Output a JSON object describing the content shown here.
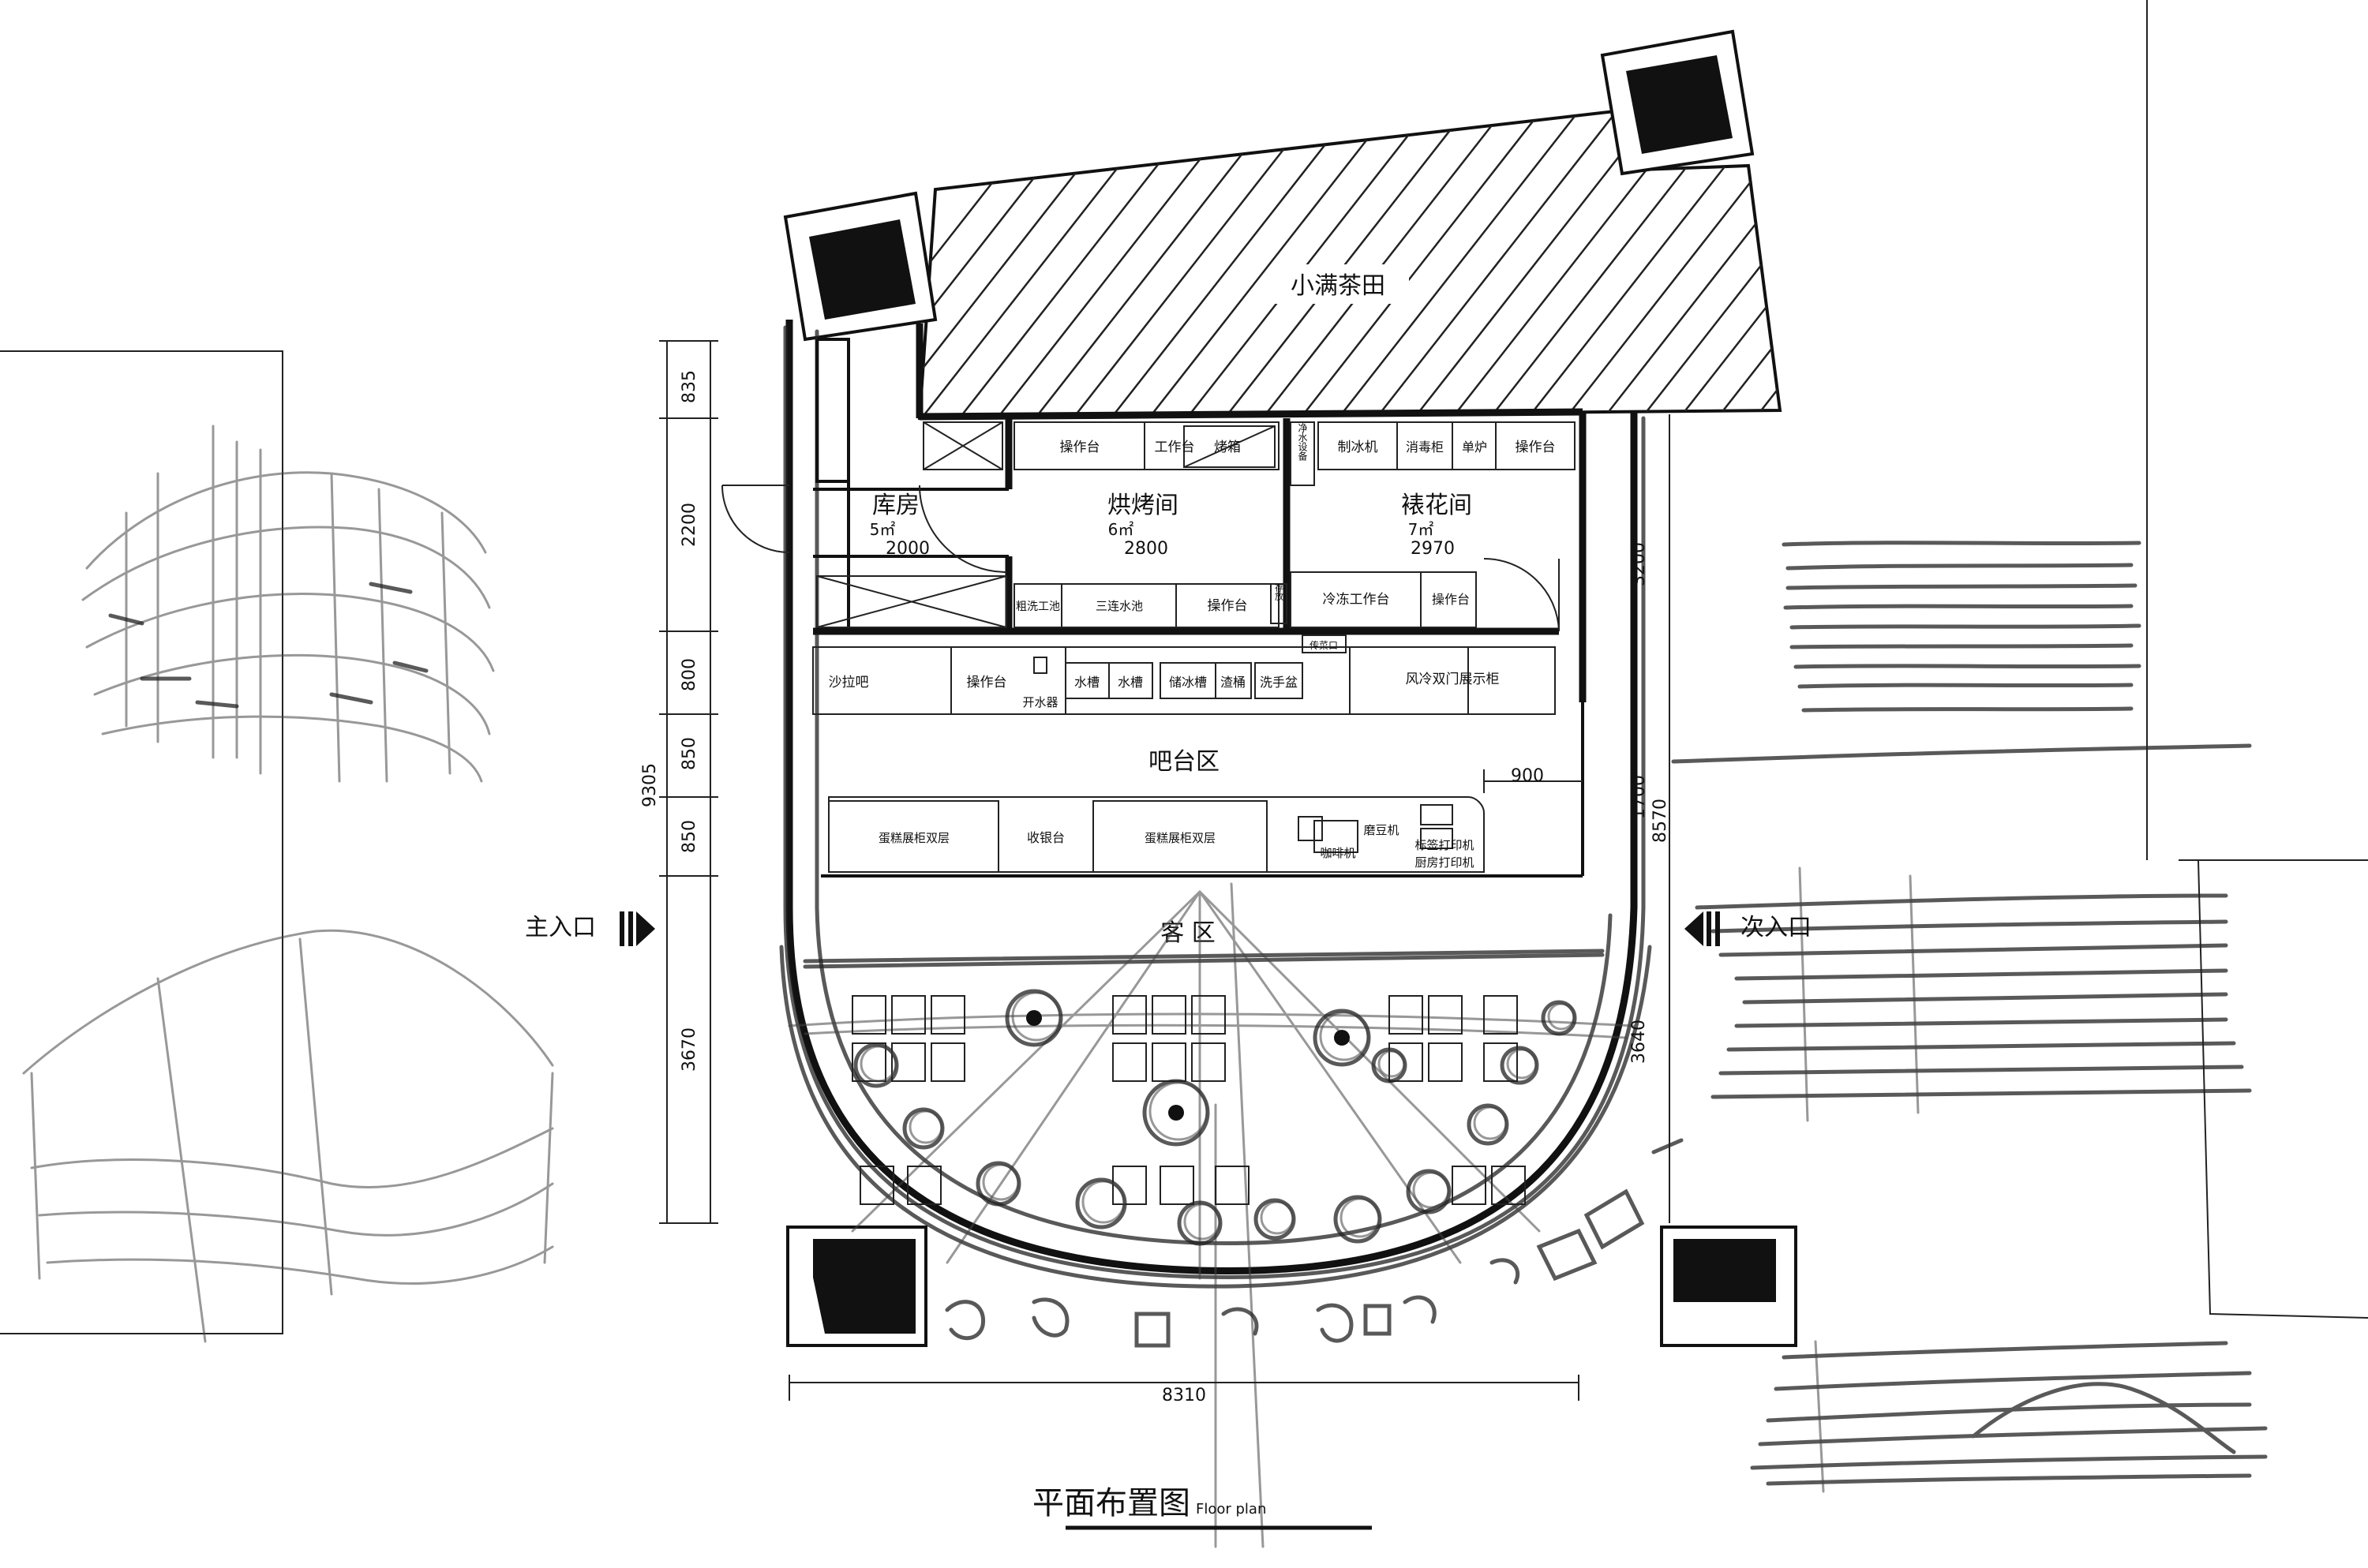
{
  "plan": {
    "tea_field": "小满茶田",
    "rooms": {
      "storage": {
        "name": "库房",
        "area": "5㎡",
        "width": "2000"
      },
      "bakery": {
        "name": "烘烤间",
        "area": "6㎡",
        "width": "2800"
      },
      "decoration": {
        "name": "裱花间",
        "area": "7㎡",
        "width": "2970"
      }
    },
    "bar_area": "吧台区",
    "guest_area": "客 区",
    "main_entrance": "主入口",
    "secondary_entrance": "次入口",
    "equipment": {
      "bake_counter": "操作台",
      "bake_workbench": "工作台",
      "oven": "烤箱",
      "rough_sink": "粗洗工池",
      "triple_sink": "三连水池",
      "bake_counter_2": "操作台",
      "deco_side": "净水设备",
      "ice_maker": "制冰机",
      "sterilizer": "消毒柜",
      "oven_small": "单炉",
      "deco_counter": "操作台",
      "freezer_bench": "冷冻工作台",
      "deco_counter_2": "操作台",
      "storage_tag": "存放",
      "hatch": "传菜口",
      "salad_bar": "沙拉吧",
      "bar_counter": "操作台",
      "water_boiler": "开水器",
      "sink_1": "水槽",
      "sink_2": "水槽",
      "ice_tank": "储冰槽",
      "waste_bin": "渣桶",
      "hand_basin": "洗手盆",
      "display_cabinet": "风冷双门展示柜",
      "cake_cabinet_1": "蛋糕展柜双层",
      "cashier": "收银台",
      "cake_cabinet_2": "蛋糕展柜双层",
      "coffee_machine": "咖啡机",
      "grinder": "磨豆机",
      "label_printer": "标签打印机",
      "kitchen_printer": "厨房打印机"
    },
    "dimensions": {
      "left": [
        "835",
        "2200",
        "800",
        "850",
        "850",
        "3670"
      ],
      "left_total": "9305",
      "right_upper": "3200",
      "right_mid": "1700",
      "right_total": "8570",
      "right_lower": "3640",
      "bar_depth": "900",
      "bottom": "8310"
    }
  },
  "caption": {
    "title": "平面布置图",
    "subtitle": "Floor plan"
  }
}
